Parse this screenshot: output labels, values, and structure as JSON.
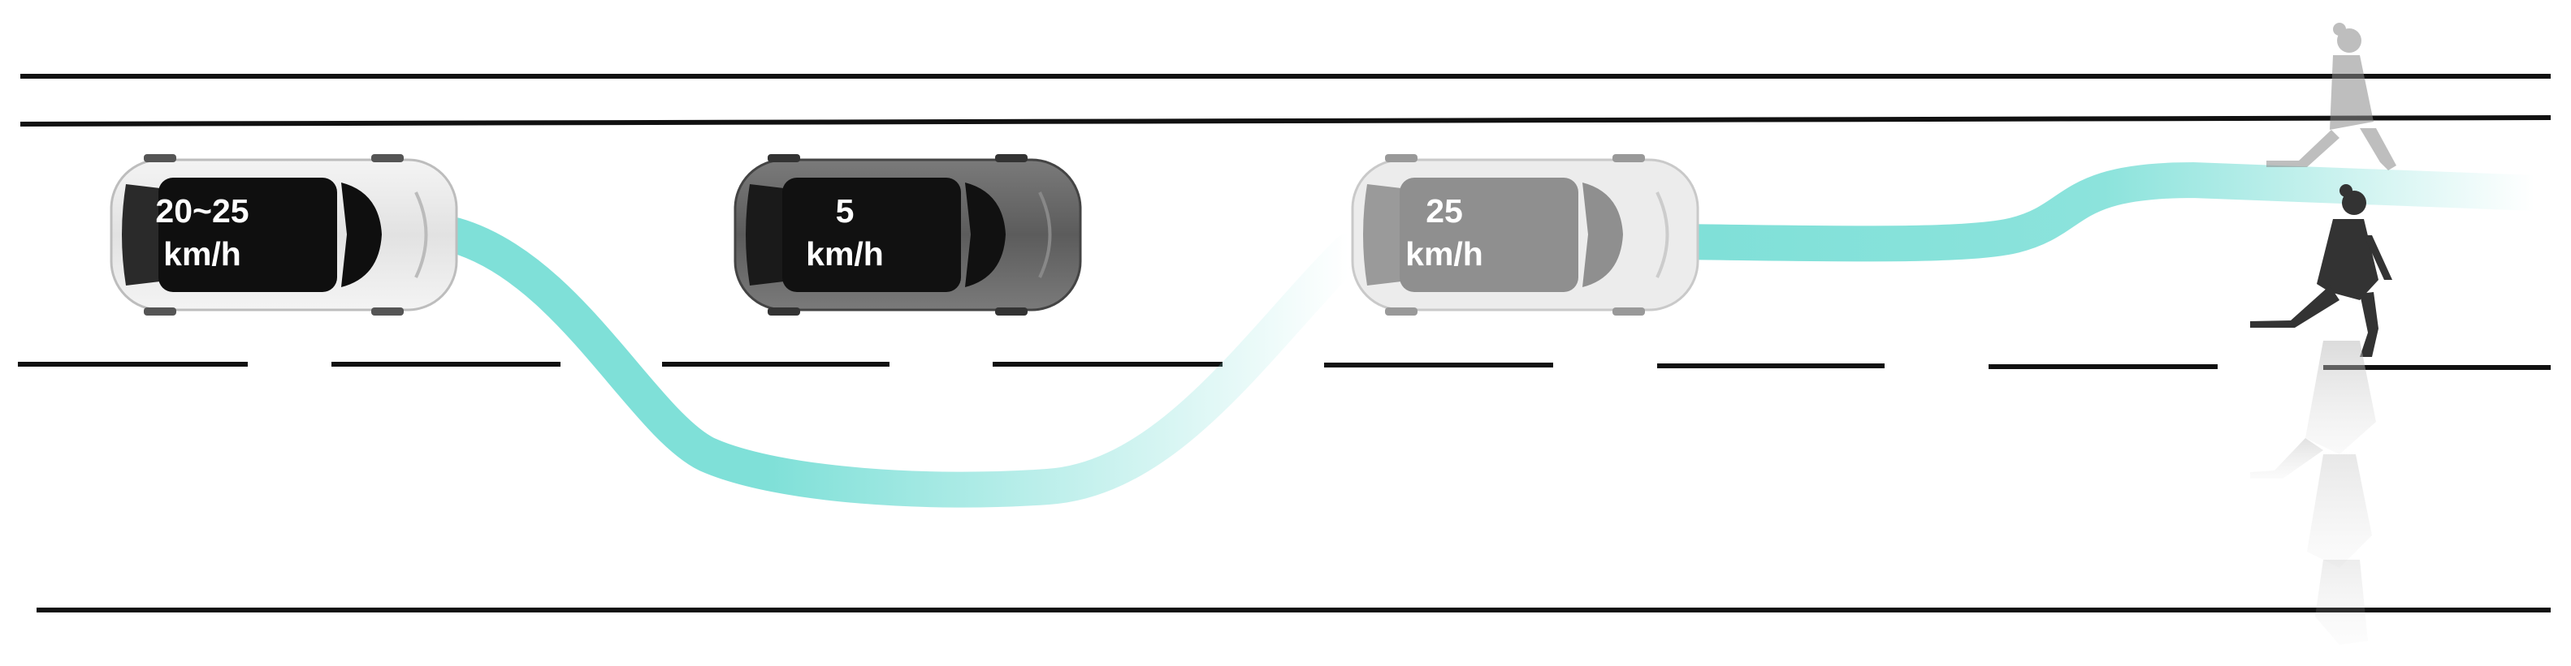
{
  "colors": {
    "road_line": "#111111",
    "trajectory": "#7fe0d8",
    "car_light_body": "#d9d9d9",
    "car_dark_body": "#6b6b6b",
    "windshield": "#111111",
    "pedestrian": "#3a3a3a"
  },
  "cars": [
    {
      "id": "car-ego-start",
      "speed_value": "20~25",
      "speed_unit": "km/h",
      "style": "light"
    },
    {
      "id": "car-slow",
      "speed_value": "5",
      "speed_unit": "km/h",
      "style": "dark"
    },
    {
      "id": "car-ego-end",
      "speed_value": "25",
      "speed_unit": "km/h",
      "style": "faded"
    }
  ],
  "pedestrian_icon": "walking-woman-icon",
  "trajectory_icon": "vehicle-path"
}
